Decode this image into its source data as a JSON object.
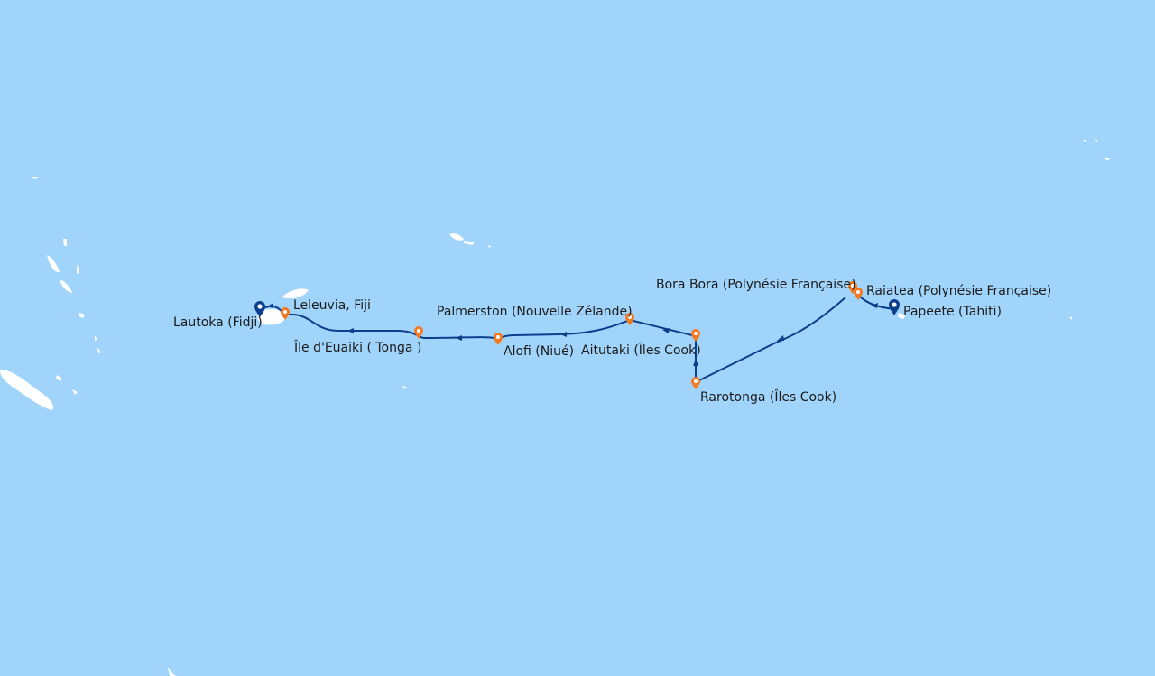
{
  "map": {
    "route_color": "#0b3f8c",
    "port_color": "#f47920",
    "endpoint_color": "#0b3f8c",
    "ports": [
      {
        "name": "Papeete (Tahiti)",
        "type": "start"
      },
      {
        "name": "Raiatea (Polynésie Française)",
        "type": "stop"
      },
      {
        "name": "Bora Bora (Polynésie Française)",
        "type": "stop"
      },
      {
        "name": "Rarotonga (Îles Cook)",
        "type": "stop"
      },
      {
        "name": "Aitutaki (Îles Cook)",
        "type": "stop"
      },
      {
        "name": "Palmerston (Nouvelle Zélande)",
        "type": "stop"
      },
      {
        "name": "Alofi (Niué)",
        "type": "stop"
      },
      {
        "name": "Île d'Euaiki ( Tonga )",
        "type": "stop"
      },
      {
        "name": "Leleuvia, Fiji",
        "type": "stop"
      },
      {
        "name": "Lautoka (Fidji)",
        "type": "end"
      }
    ]
  }
}
